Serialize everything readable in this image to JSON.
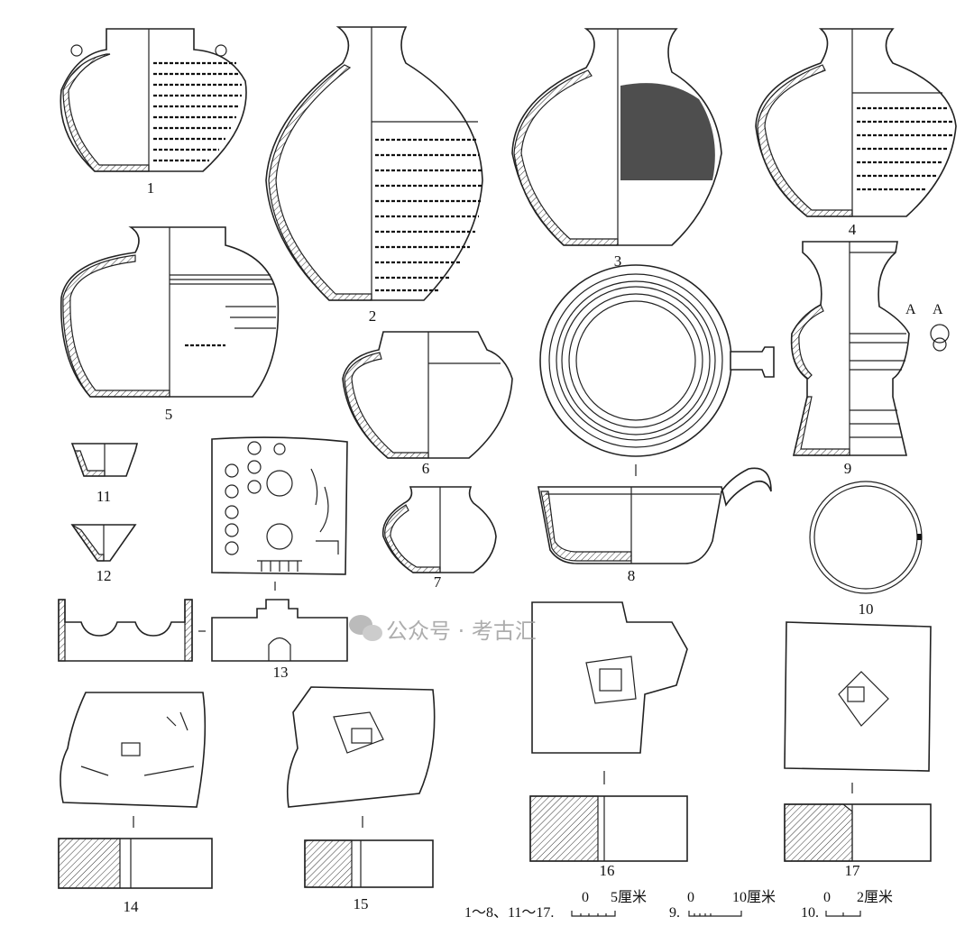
{
  "figure": {
    "labels": [
      "1",
      "2",
      "3",
      "4",
      "5",
      "6",
      "7",
      "8",
      "9",
      "10",
      "11",
      "12",
      "13",
      "14",
      "15",
      "16",
      "17"
    ],
    "detail_marker": "A",
    "scales": [
      {
        "group": "1～8、11～17.",
        "start": "0",
        "end": "5厘米"
      },
      {
        "group": "9.",
        "start": "0",
        "end": "10厘米"
      },
      {
        "group": "10.",
        "start": "0",
        "end": "2厘米"
      }
    ],
    "watermark": "公众号 · 考古汇"
  }
}
